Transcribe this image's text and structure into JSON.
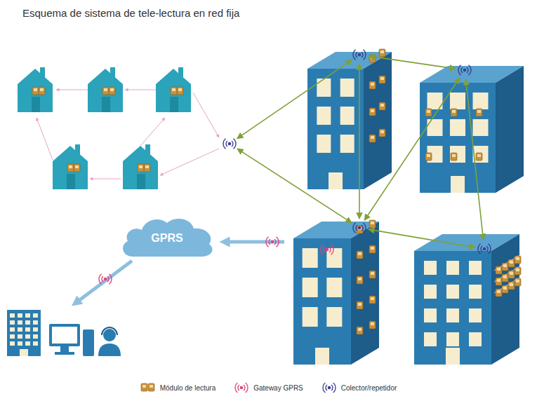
{
  "diagram": {
    "title": "Esquema de sistema de tele-lectura en red fija",
    "nodes": [
      {
        "text": [
          "GPRS"
        ]
      }
    ],
    "legend": [
      {
        "text": "Módulo de lectura"
      },
      {
        "text": "Gateway GPRS"
      },
      {
        "text": "Colector/repetidor"
      }
    ]
  }
}
